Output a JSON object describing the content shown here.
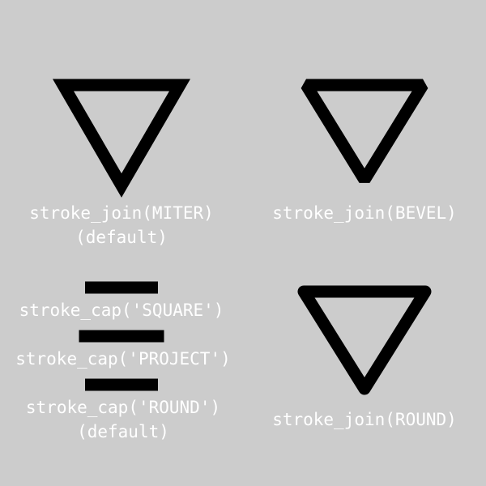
{
  "background_color": "#cccccc",
  "stroke_color": "#000000",
  "label_color": "#ffffff",
  "joins": [
    {
      "id": "miter",
      "label": "stroke_join(MITER)",
      "sublabel": "(default)",
      "join": "miter"
    },
    {
      "id": "bevel",
      "label": "stroke_join(BEVEL)",
      "sublabel": "",
      "join": "bevel"
    },
    {
      "id": "round",
      "label": "stroke_join(ROUND)",
      "sublabel": "",
      "join": "round"
    }
  ],
  "caps": [
    {
      "id": "square",
      "label": "stroke_cap('SQUARE')",
      "sublabel": "",
      "cap": "butt"
    },
    {
      "id": "project",
      "label": "stroke_cap('PROJECT')",
      "sublabel": "",
      "cap": "square"
    },
    {
      "id": "round",
      "label": "stroke_cap('ROUND')",
      "sublabel": "(default)",
      "cap": "round"
    }
  ]
}
